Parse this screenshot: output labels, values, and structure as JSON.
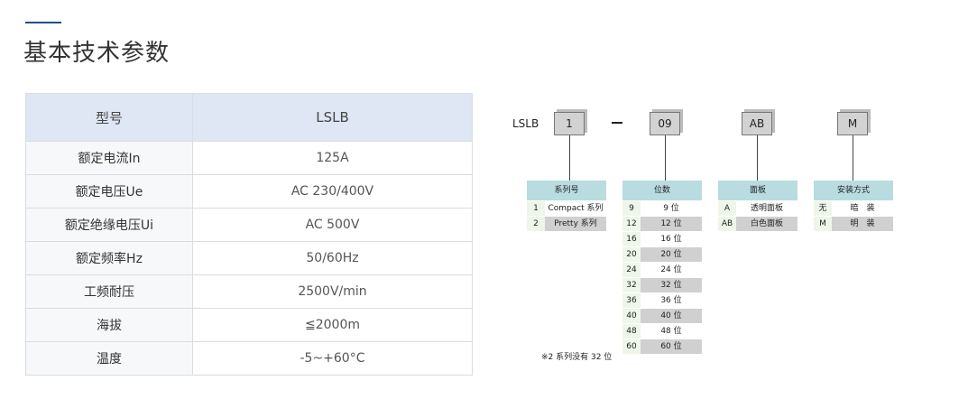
{
  "section": {
    "title": "基本技术参数"
  },
  "table": {
    "header": {
      "key": "型号",
      "value": "LSLB"
    },
    "rows": [
      {
        "key": "额定电流In",
        "value": "125A"
      },
      {
        "key": "额定电压Ue",
        "value": "AC 230/400V"
      },
      {
        "key": "额定绝缘电压Ui",
        "value": "AC 500V"
      },
      {
        "key": "额定频率Hz",
        "value": "50/60Hz"
      },
      {
        "key": "工频耐压",
        "value": "2500V/min"
      },
      {
        "key": "海拔",
        "value": "≦2000m"
      },
      {
        "key": "温度",
        "value": "-5~+60°C"
      }
    ]
  },
  "diagram": {
    "prefix": "LSLB",
    "boxes": [
      "1",
      "09",
      "AB",
      "M"
    ],
    "series": {
      "header": "系列号",
      "items": [
        {
          "code": "1",
          "name": "Compact 系列"
        },
        {
          "code": "2",
          "name": "Pretty 系列"
        }
      ]
    },
    "positions": {
      "header": "位数",
      "items": [
        {
          "code": "9",
          "name": "9 位"
        },
        {
          "code": "12",
          "name": "12 位"
        },
        {
          "code": "16",
          "name": "16 位"
        },
        {
          "code": "20",
          "name": "20 位"
        },
        {
          "code": "24",
          "name": "24 位"
        },
        {
          "code": "32",
          "name": "32 位"
        },
        {
          "code": "36",
          "name": "36 位"
        },
        {
          "code": "40",
          "name": "40 位"
        },
        {
          "code": "48",
          "name": "48 位"
        },
        {
          "code": "60",
          "name": "60 位"
        }
      ]
    },
    "panel": {
      "header": "面板",
      "items": [
        {
          "code": "A",
          "name": "透明面板"
        },
        {
          "code": "AB",
          "name": "白色面板"
        }
      ]
    },
    "mount": {
      "header": "安装方式",
      "items": [
        {
          "code": "无",
          "name": "暗　装"
        },
        {
          "code": "M",
          "name": "明　装"
        }
      ]
    },
    "note": "※2 系列没有 32 位"
  }
}
